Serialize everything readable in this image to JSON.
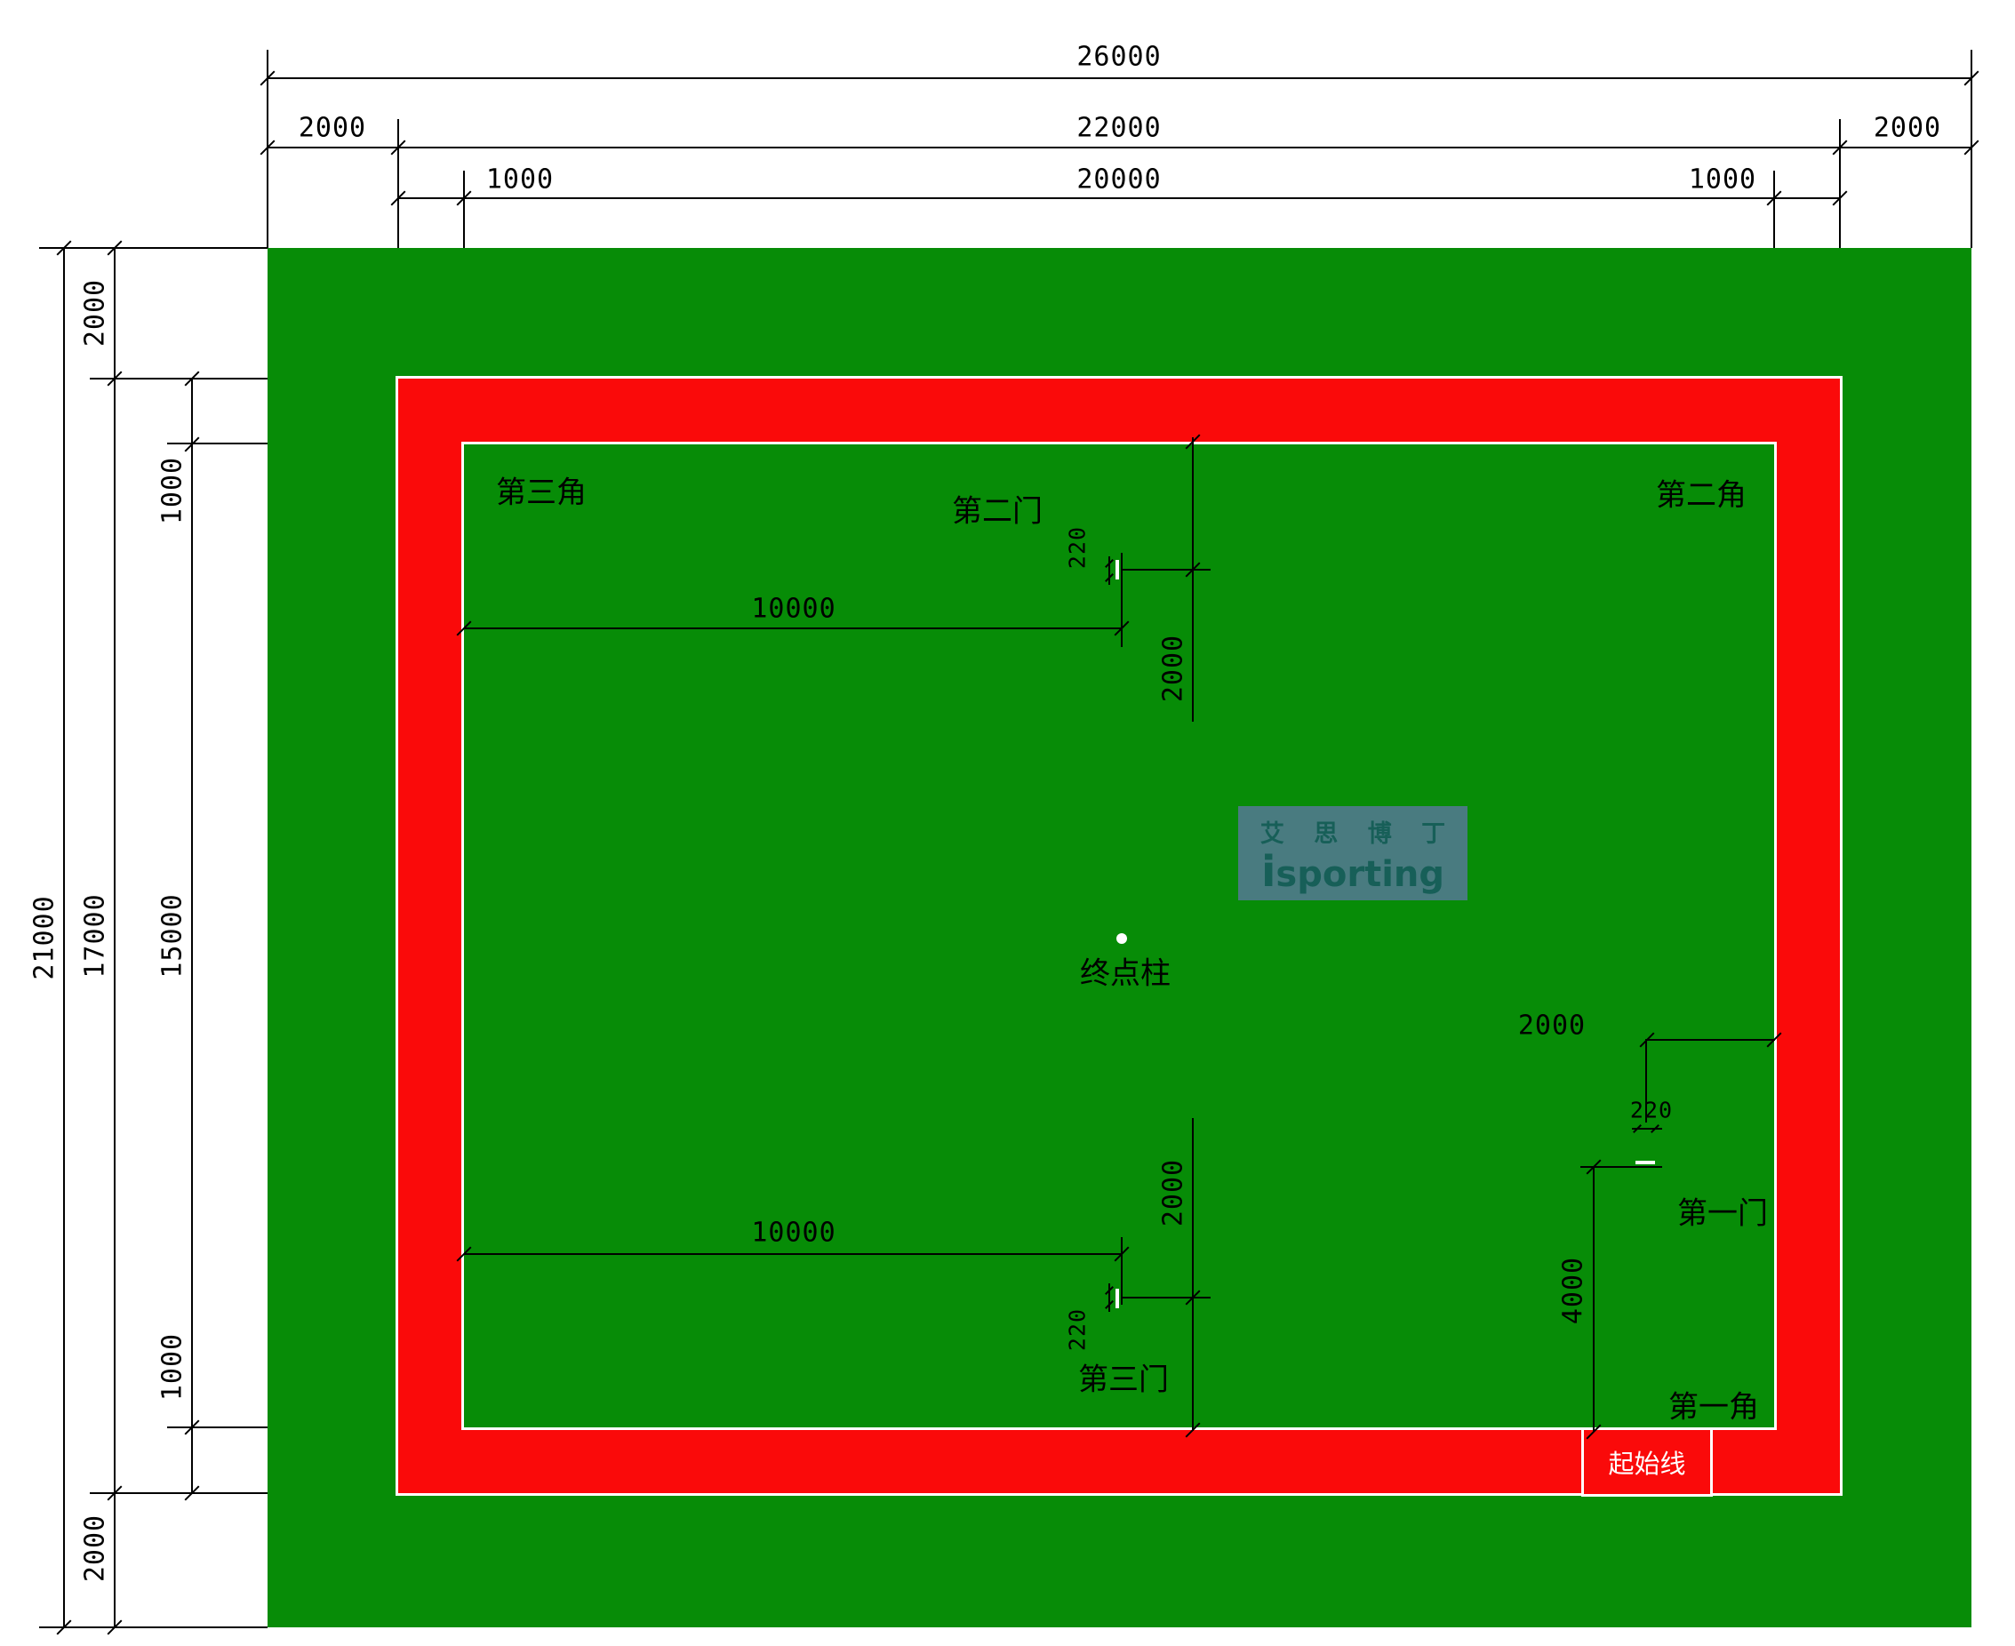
{
  "diagram": {
    "type": "gateball-court-plan",
    "colors": {
      "field_green": "#078c07",
      "band_red": "#fa0a0a",
      "court_line_white": "#ffffff",
      "dimension_black": "#000000",
      "logo_bg": "#4f7a8a",
      "logo_text": "#175f58"
    },
    "dims": {
      "total_width": "26000",
      "outer_margin_left": "2000",
      "band_outer_width": "22000",
      "outer_margin_right": "2000",
      "band_width_left": "1000",
      "inner_width": "20000",
      "band_width_right": "1000",
      "total_height": "21000",
      "outer_margin_top": "2000",
      "band_outer_height": "17000",
      "outer_margin_bottom": "2000",
      "band_height_top": "1000",
      "inner_height": "15000",
      "band_height_bottom": "1000",
      "gate2_x": "10000",
      "gate2_y": "2000",
      "gate2_w": "220",
      "gate3_x": "10000",
      "gate3_y": "2000",
      "gate3_w": "220",
      "gate1_x": "2000",
      "gate1_w": "220",
      "gate1_y": "4000"
    },
    "labels": {
      "corner3": "第三角",
      "gate2": "第二门",
      "corner2": "第二角",
      "finish_post": "终点柱",
      "gate1": "第一门",
      "gate3": "第三门",
      "corner1": "第一角",
      "start_line": "起始线"
    },
    "logo": {
      "cn": "艾 思 博 丁",
      "en_i": "i",
      "en_rest": "sporting"
    }
  }
}
